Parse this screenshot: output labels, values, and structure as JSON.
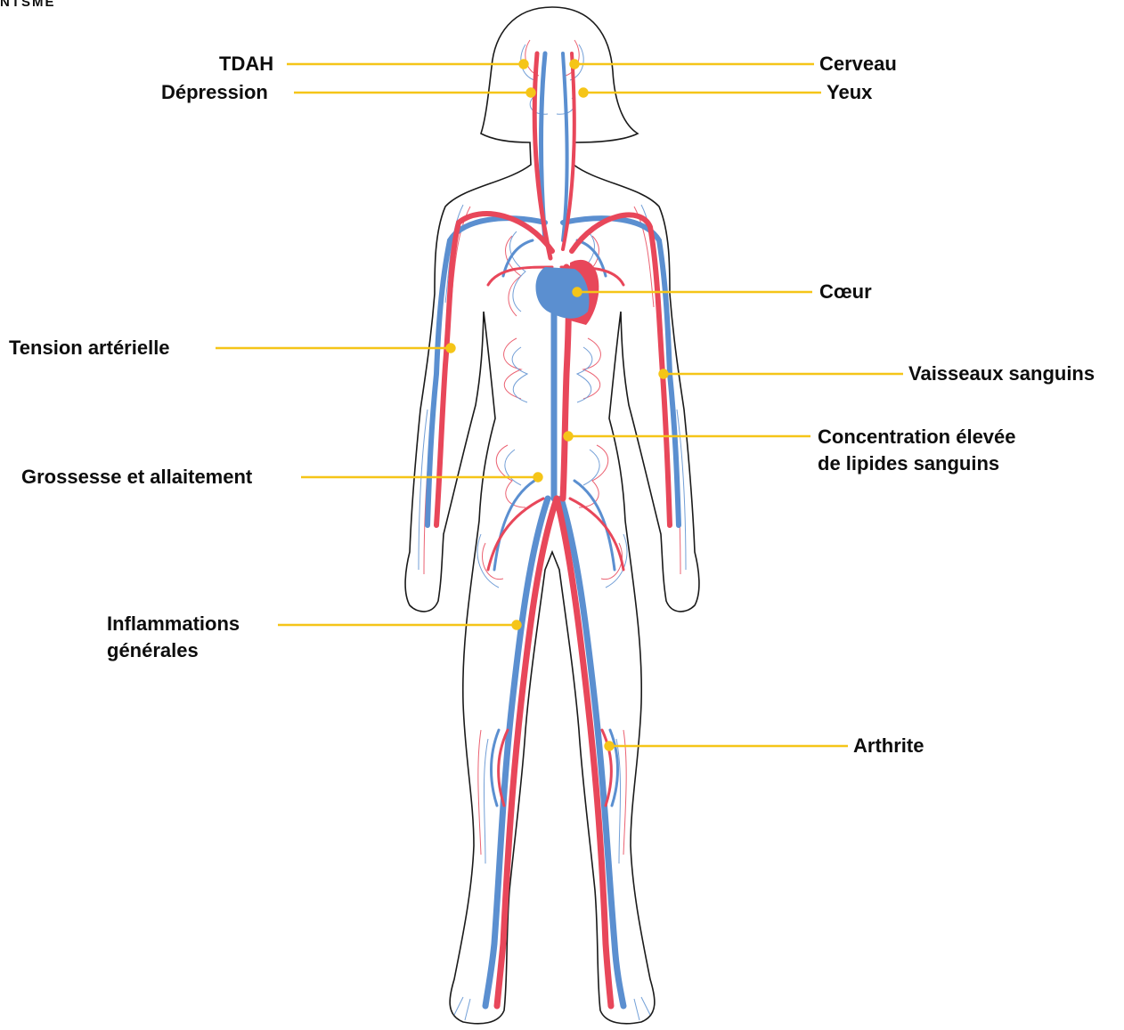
{
  "corner_title": "NTSME",
  "colors": {
    "artery": "#e8475a",
    "vein": "#5b8fd0",
    "leader_line": "#f5c518",
    "outline": "#1a1a1a",
    "text": "#0d0d0d"
  },
  "labels": {
    "tdah": "TDAH",
    "depression": "Dépression",
    "cerveau": "Cerveau",
    "yeux": "Yeux",
    "coeur": "Cœur",
    "tension": "Tension artérielle",
    "vaisseaux": "Vaisseaux sanguins",
    "lipides_line1": "Concentration élevée",
    "lipides_line2": "de lipides sanguins",
    "grossesse": "Grossesse et allaitement",
    "inflammations_line1": "Inflammations",
    "inflammations_line2": "générales",
    "arthrite": "Arthrite"
  }
}
